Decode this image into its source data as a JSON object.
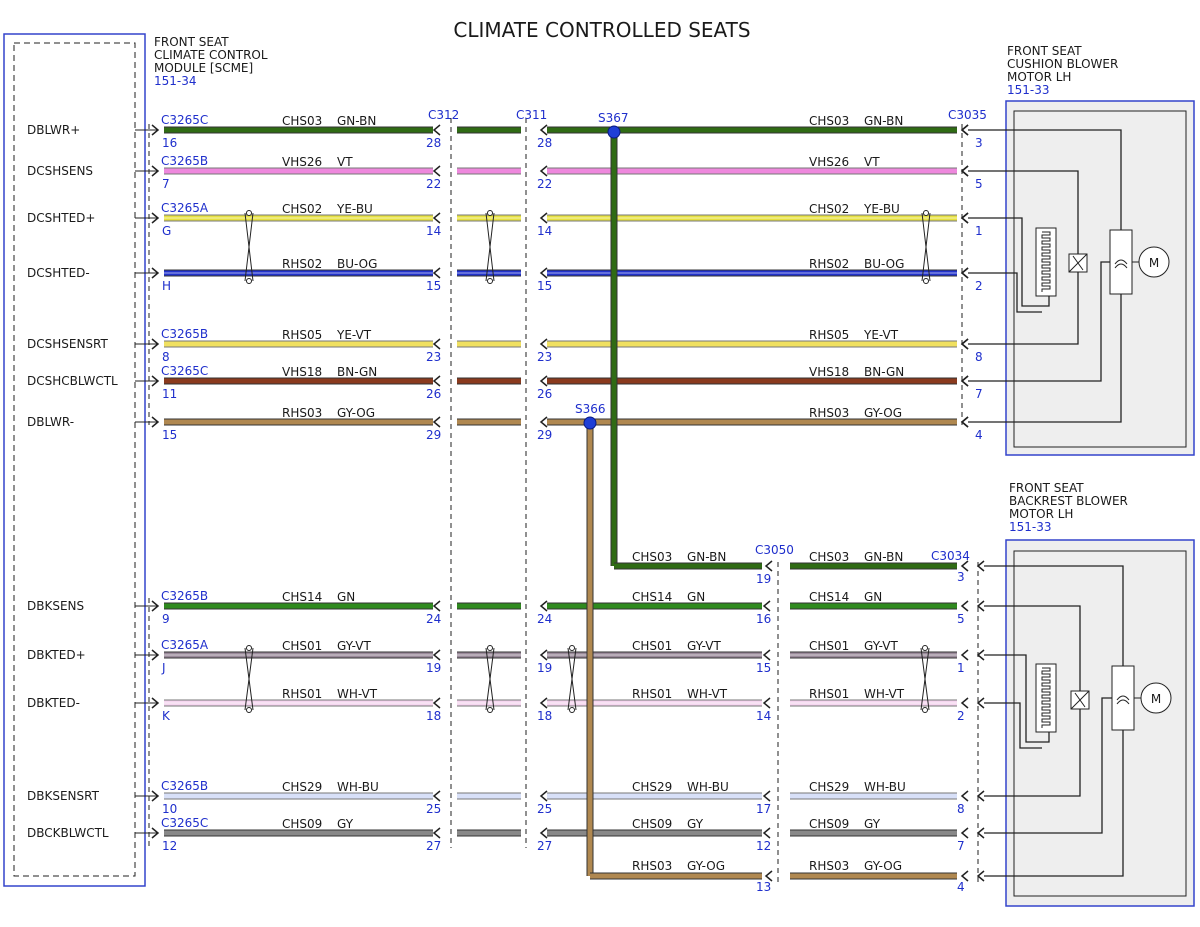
{
  "title": "CLIMATE CONTROLLED SEATS",
  "module": {
    "lines": [
      "FRONT SEAT",
      "CLIMATE CONTROL",
      "MODULE [SCME]"
    ],
    "ref": "151-34"
  },
  "motor_cushion": {
    "lines": [
      "FRONT SEAT",
      "CUSHION BLOWER",
      "MOTOR LH"
    ],
    "ref": "151-33",
    "symbol": "M"
  },
  "motor_backrest": {
    "lines": [
      "FRONT SEAT",
      "BACKREST BLOWER",
      "MOTOR LH"
    ],
    "ref": "151-33",
    "symbol": "M"
  },
  "connectors": {
    "c312": "C312",
    "c311": "C311",
    "c3035": "C3035",
    "c3050": "C3050",
    "c3034": "C3034"
  },
  "splices": {
    "s367": "S367",
    "s366": "S366"
  },
  "colors": {
    "GN-BN": "#2f6b14",
    "VT": "#ee88dd",
    "YE-BU": "#e6e040",
    "BU-OG": "#2233cc",
    "YE-VT": "#f0e060",
    "BN-GN": "#8a3a1e",
    "GY-OG": "#b08850",
    "GN": "#2f8a1e",
    "GY-VT": "#9a8a9a",
    "WH-VT": "#f6d6f0",
    "WH-BU": "#d8e0f8",
    "GY": "#888888",
    "module_border": "#3344cc"
  },
  "signals": [
    {
      "name": "DBLWR+",
      "conn": "C3265C",
      "pinA": "16",
      "pinB": "28",
      "pinC": "28",
      "circuit": "CHS03",
      "color": "GN-BN",
      "circuitR": "CHS03",
      "colorR": "GN-BN",
      "pinEnd": "3"
    },
    {
      "name": "DCSHSENS",
      "conn": "C3265B",
      "pinA": "7",
      "pinB": "22",
      "pinC": "22",
      "circuit": "VHS26",
      "color": "VT",
      "circuitR": "VHS26",
      "colorR": "VT",
      "pinEnd": "5"
    },
    {
      "name": "DCSHTED+",
      "conn": "C3265A",
      "pinA": "G",
      "pinB": "14",
      "pinC": "14",
      "circuit": "CHS02",
      "color": "YE-BU",
      "circuitR": "CHS02",
      "colorR": "YE-BU",
      "pinEnd": "1"
    },
    {
      "name": "DCSHTED-",
      "conn": "",
      "pinA": "H",
      "pinB": "15",
      "pinC": "15",
      "circuit": "RHS02",
      "color": "BU-OG",
      "circuitR": "RHS02",
      "colorR": "BU-OG",
      "pinEnd": "2"
    },
    {
      "name": "DCSHSENSRT",
      "conn": "C3265B",
      "pinA": "8",
      "pinB": "23",
      "pinC": "23",
      "circuit": "RHS05",
      "color": "YE-VT",
      "circuitR": "RHS05",
      "colorR": "YE-VT",
      "pinEnd": "8"
    },
    {
      "name": "DCSHCBLWCTL",
      "conn": "C3265C",
      "pinA": "11",
      "pinB": "26",
      "pinC": "26",
      "circuit": "VHS18",
      "color": "BN-GN",
      "circuitR": "VHS18",
      "colorR": "BN-GN",
      "pinEnd": "7"
    },
    {
      "name": "DBLWR-",
      "conn": "",
      "pinA": "15",
      "pinB": "29",
      "pinC": "29",
      "circuit": "RHS03",
      "color": "GY-OG",
      "circuitR": "RHS03",
      "colorR": "GY-OG",
      "pinEnd": "4"
    },
    {
      "name": "DBKSENS",
      "conn": "C3265B",
      "pinA": "9",
      "pinB": "24",
      "pinC": "24",
      "circuit": "CHS14",
      "color": "GN",
      "circuitM": "CHS14",
      "colorM": "GN",
      "pinM": "16",
      "circuitR": "CHS14",
      "colorR": "GN",
      "pinEnd": "5"
    },
    {
      "name": "DBKTED+",
      "conn": "C3265A",
      "pinA": "J",
      "pinB": "19",
      "pinC": "19",
      "circuit": "CHS01",
      "color": "GY-VT",
      "circuitM": "CHS01",
      "colorM": "GY-VT",
      "pinM": "15",
      "circuitR": "CHS01",
      "colorR": "GY-VT",
      "pinEnd": "1"
    },
    {
      "name": "DBKTED-",
      "conn": "",
      "pinA": "K",
      "pinB": "18",
      "pinC": "18",
      "circuit": "RHS01",
      "color": "WH-VT",
      "circuitM": "RHS01",
      "colorM": "WH-VT",
      "pinM": "14",
      "circuitR": "RHS01",
      "colorR": "WH-VT",
      "pinEnd": "2"
    },
    {
      "name": "DBKSENSRT",
      "conn": "C3265B",
      "pinA": "10",
      "pinB": "25",
      "pinC": "25",
      "circuit": "CHS29",
      "color": "WH-BU",
      "circuitM": "CHS29",
      "colorM": "WH-BU",
      "pinM": "17",
      "circuitR": "CHS29",
      "colorR": "WH-BU",
      "pinEnd": "8"
    },
    {
      "name": "DBCKBLWCTL",
      "conn": "C3265C",
      "pinA": "12",
      "pinB": "27",
      "pinC": "27",
      "circuit": "CHS09",
      "color": "GY",
      "circuitM": "CHS09",
      "colorM": "GY",
      "pinM": "12",
      "circuitR": "CHS09",
      "colorR": "GY",
      "pinEnd": "7"
    }
  ],
  "branch_top": {
    "circuit": "CHS03",
    "color": "GN-BN",
    "pinM": "19",
    "circuitR": "CHS03",
    "colorR": "GN-BN",
    "pinEnd": "3"
  },
  "branch_bottom": {
    "circuitM": "RHS03",
    "colorM": "GY-OG",
    "pinM": "13",
    "circuitR": "RHS03",
    "colorR": "GY-OG",
    "pinEnd": "4"
  }
}
